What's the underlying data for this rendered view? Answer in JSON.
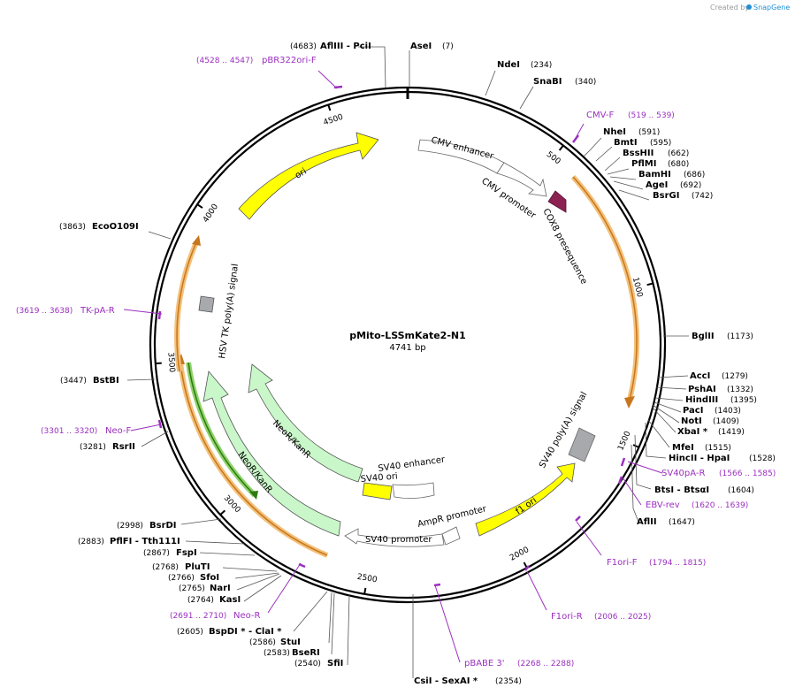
{
  "plasmid": {
    "name": "pMito-LSSmKate2-N1",
    "length_text": "4741 bp",
    "length": 4741
  },
  "credit": {
    "prefix": "Created by",
    "brand": "SnapGene"
  },
  "ticks": [
    {
      "pos": 500,
      "label": "500"
    },
    {
      "pos": 1000,
      "label": "1000"
    },
    {
      "pos": 1500,
      "label": "1500"
    },
    {
      "pos": 2000,
      "label": "2000"
    },
    {
      "pos": 2500,
      "label": "2500"
    },
    {
      "pos": 3000,
      "label": "3000"
    },
    {
      "pos": 3500,
      "label": "3500"
    },
    {
      "pos": 4000,
      "label": "4000"
    },
    {
      "pos": 4500,
      "label": "4500"
    }
  ],
  "sites": [
    {
      "name": "AflIII  - PciI",
      "pos_text": "(4683)"
    },
    {
      "name": "AseI",
      "pos_text": "(7)"
    },
    {
      "name": "NdeI",
      "pos_text": "(234)"
    },
    {
      "name": "SnaBI",
      "pos_text": "(340)"
    },
    {
      "name": "NheI",
      "pos_text": "(591)"
    },
    {
      "name": "BmtI",
      "pos_text": "(595)"
    },
    {
      "name": "BssHII",
      "pos_text": "(662)"
    },
    {
      "name": "PflMI",
      "pos_text": "(680)"
    },
    {
      "name": "BamHI",
      "pos_text": "(686)"
    },
    {
      "name": "AgeI",
      "pos_text": "(692)"
    },
    {
      "name": "BsrGI",
      "pos_text": "(742)"
    },
    {
      "name": "BglII",
      "pos_text": "(1173)"
    },
    {
      "name": "AccI",
      "pos_text": "(1279)"
    },
    {
      "name": "PshAI",
      "pos_text": "(1332)"
    },
    {
      "name": "HindIII",
      "pos_text": "(1395)"
    },
    {
      "name": "PacI",
      "pos_text": "(1403)"
    },
    {
      "name": "NotI",
      "pos_text": "(1409)"
    },
    {
      "name": "XbaI *",
      "pos_text": "(1419)"
    },
    {
      "name": "MfeI",
      "pos_text": "(1515)"
    },
    {
      "name": "HincII  - HpaI",
      "pos_text": "(1528)"
    },
    {
      "name": "BtsI  - BtsαI",
      "pos_text": "(1604)"
    },
    {
      "name": "AflII",
      "pos_text": "(1647)"
    },
    {
      "name": "CsiI  - SexAI *",
      "pos_text": "(2354)"
    },
    {
      "name": "SfiI",
      "pos_text": "(2540)"
    },
    {
      "name": "BseRI",
      "pos_text": "(2583)"
    },
    {
      "name": "StuI",
      "pos_text": "(2586)"
    },
    {
      "name": "BspDI *  - ClaI *",
      "pos_text": "(2605)"
    },
    {
      "name": "KasI",
      "pos_text": "(2764)"
    },
    {
      "name": "NarI",
      "pos_text": "(2765)"
    },
    {
      "name": "SfoI",
      "pos_text": "(2766)"
    },
    {
      "name": "PluTI",
      "pos_text": "(2768)"
    },
    {
      "name": "FspI",
      "pos_text": "(2867)"
    },
    {
      "name": "PflFI  - Tth111I",
      "pos_text": "(2883)"
    },
    {
      "name": "BsrDI",
      "pos_text": "(2998)"
    },
    {
      "name": "RsrII",
      "pos_text": "(3281)"
    },
    {
      "name": "BstBI",
      "pos_text": "(3447)"
    },
    {
      "name": "EcoO109I",
      "pos_text": "(3863)"
    }
  ],
  "primers": [
    {
      "name": "pBR322ori-F",
      "range": "(4528 .. 4547)"
    },
    {
      "name": "CMV-F",
      "range": "(519 .. 539)"
    },
    {
      "name": "SV40pA-R",
      "range": "(1566 .. 1585)"
    },
    {
      "name": "EBV-rev",
      "range": "(1620 .. 1639)"
    },
    {
      "name": "F1ori-F",
      "range": "(1794 .. 1815)"
    },
    {
      "name": "F1ori-R",
      "range": "(2006 .. 2025)"
    },
    {
      "name": "pBABE 3'",
      "range": "(2268 .. 2288)"
    },
    {
      "name": "Neo-R",
      "range": "(2691 .. 2710)"
    },
    {
      "name": "Neo-F",
      "range": "(3301 .. 3320)"
    },
    {
      "name": "TK-pA-R",
      "range": "(3619 .. 3638)"
    }
  ],
  "features": [
    {
      "name": "CMV enhancer"
    },
    {
      "name": "CMV promoter"
    },
    {
      "name": "COX8 presequence"
    },
    {
      "name": "SV40 poly(A) signal"
    },
    {
      "name": "f1 ori"
    },
    {
      "name": "AmpR promoter"
    },
    {
      "name": "SV40 promoter"
    },
    {
      "name": "SV40 enhancer"
    },
    {
      "name": "SV40 ori"
    },
    {
      "name": "NeoR/KanR"
    },
    {
      "name": "NeoR/KanR"
    },
    {
      "name": "HSV TK poly(A) signal"
    },
    {
      "name": "ori"
    }
  ],
  "colors": {
    "backbone": "#000000",
    "primer": "#9b2fbf",
    "orf_orange": "#e8a040",
    "orf_green": "#3f9b1c",
    "ori_yellow": "#ffff00",
    "neo_green": "#c9f7c9",
    "cox8": "#8b2252",
    "polya_gray": "#a7a9ac"
  }
}
